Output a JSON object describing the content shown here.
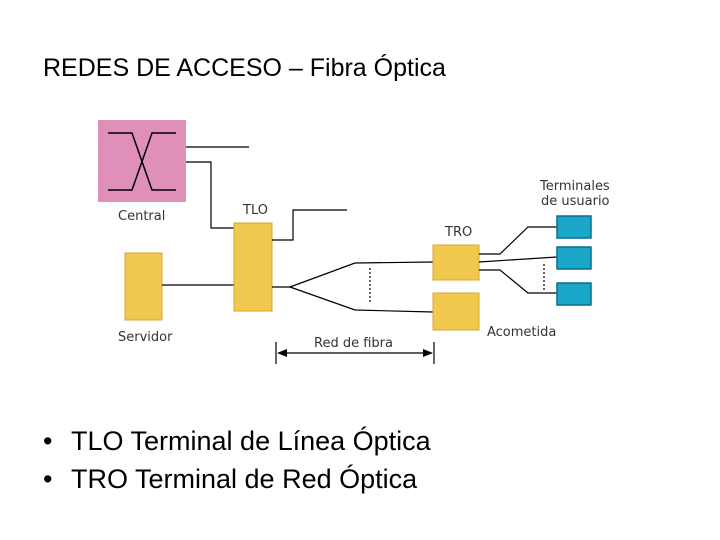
{
  "title": "REDES DE ACCESO – Fibra Óptica",
  "diagram": {
    "labels": {
      "central": "Central",
      "servidor": "Servidor",
      "tlo": "TLO",
      "tro": "TRO",
      "terminales_line1": "Terminales",
      "terminales_line2": "de usuario",
      "acometida": "Acometida",
      "red_de_fibra": "Red de fibra"
    },
    "colors": {
      "central_box": "#e090b8",
      "equipment": "#f2c94f",
      "equipment_border": "#d6a630",
      "terminal": "#1aa7c9",
      "terminal_border": "#0a6f8a",
      "line": "#000000"
    }
  },
  "bullets": [
    "TLO Terminal de Línea Óptica",
    "TRO Terminal de Red Óptica"
  ]
}
